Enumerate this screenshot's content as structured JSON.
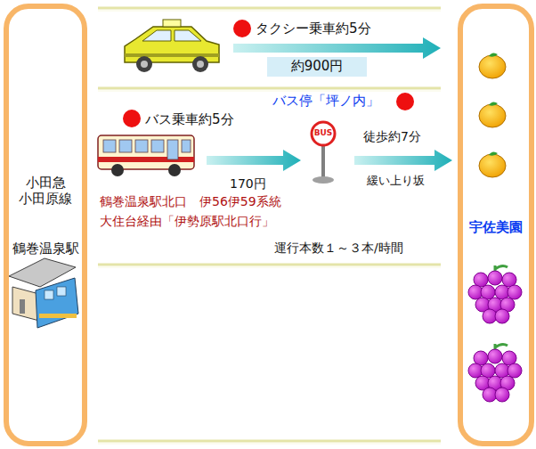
{
  "diagram": {
    "nodes": [
      {
        "text": [
          "小田急 小田原線",
          "鶴巻温泉駅"
        ]
      },
      {
        "text": [
          "宇佐美園"
        ]
      }
    ],
    "labels": [
      "タクシー乗車約5分",
      "約900円",
      "バス停「坪ノ内」",
      "バス乗車約5分",
      "170円",
      "BUS",
      "徒歩約7分",
      "緩い上り坂",
      "鶴巻温泉駅北口　伊56伊59系統",
      "大住台経由「伊勢原駅北口行」",
      "運行本数１～３本/時間"
    ]
  }
}
